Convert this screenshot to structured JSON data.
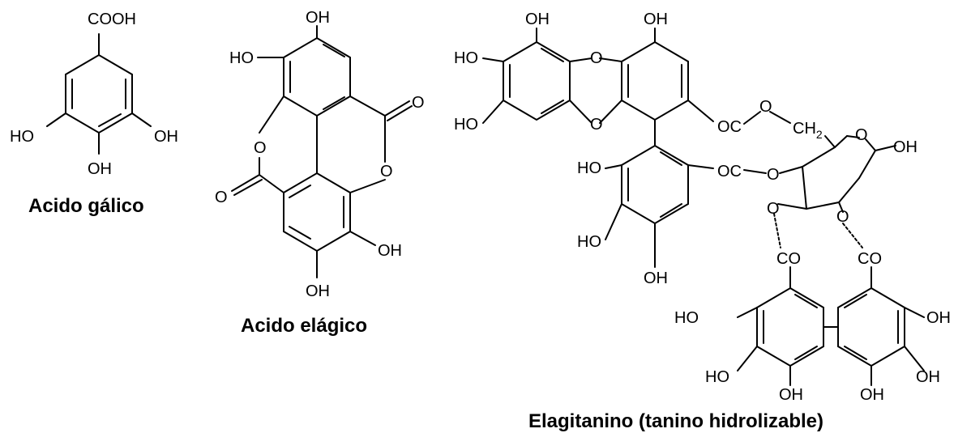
{
  "gallic": {
    "caption": "Acido gálico",
    "cooh": "COOH",
    "ho_left": "HO",
    "oh_right": "OH",
    "oh_bottom": "OH"
  },
  "ellagic": {
    "caption": "Acido elágico",
    "oh_top": "OH",
    "ho_left": "HO",
    "o_ring_left": "O",
    "o_carbonyl_right": "O",
    "o_carbonyl_left": "O",
    "o_ring_right": "O",
    "oh_right": "OH",
    "oh_bottom": "OH"
  },
  "ellagitannin": {
    "caption": "Elagitanino (tanino hidrolizable)",
    "labels": {
      "oh_top_left": "OH",
      "oh_top_right": "OH",
      "ho_left_1": "HO",
      "ho_left_2": "HO",
      "o_bridge_top": "O",
      "o_bridge_bottom": "O",
      "oc_upper": "OC",
      "o_chain": "O",
      "ch2": "CH2",
      "ch2_main": "CH",
      "ch2_sub": "2",
      "o_ring": "O",
      "oh_anomeric": "OH",
      "ho_mid_1": "HO",
      "oc_mid": "OC",
      "o_sugar_mid": "O",
      "ho_mid_2": "HO",
      "oh_mid_bottom": "OH",
      "o_sugar_left": "O",
      "o_sugar_right": "O",
      "co_left": "CO",
      "co_right": "CO",
      "ho_hhdp_left": "HO",
      "oh_hhdp_right": "OH",
      "ho_hhdp_bottom_left": "HO",
      "oh_hhdp_bottom_right": "OH",
      "oh_hhdp_bottom_1": "OH",
      "oh_hhdp_bottom_2": "OH"
    }
  }
}
